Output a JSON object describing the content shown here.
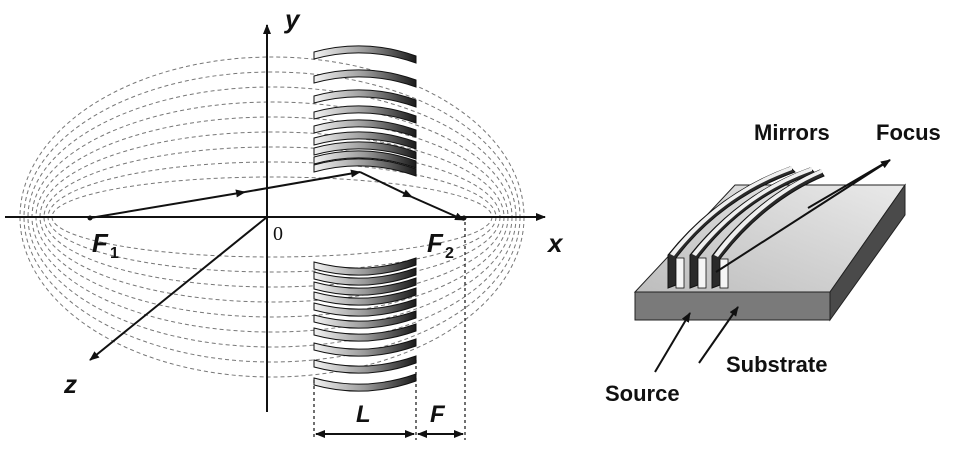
{
  "left_diagram": {
    "axis_y_label": "y",
    "axis_x_label": "x",
    "axis_z_label": "z",
    "origin_label": "0",
    "focus1_label": "F",
    "focus1_sub": "1",
    "focus2_label": "F",
    "focus2_sub": "2",
    "dim_L_label": "L",
    "dim_F_label": "F"
  },
  "right_diagram": {
    "mirrors_label": "Mirrors",
    "focus_label": "Focus",
    "substrate_label": "Substrate",
    "source_label": "Source"
  }
}
